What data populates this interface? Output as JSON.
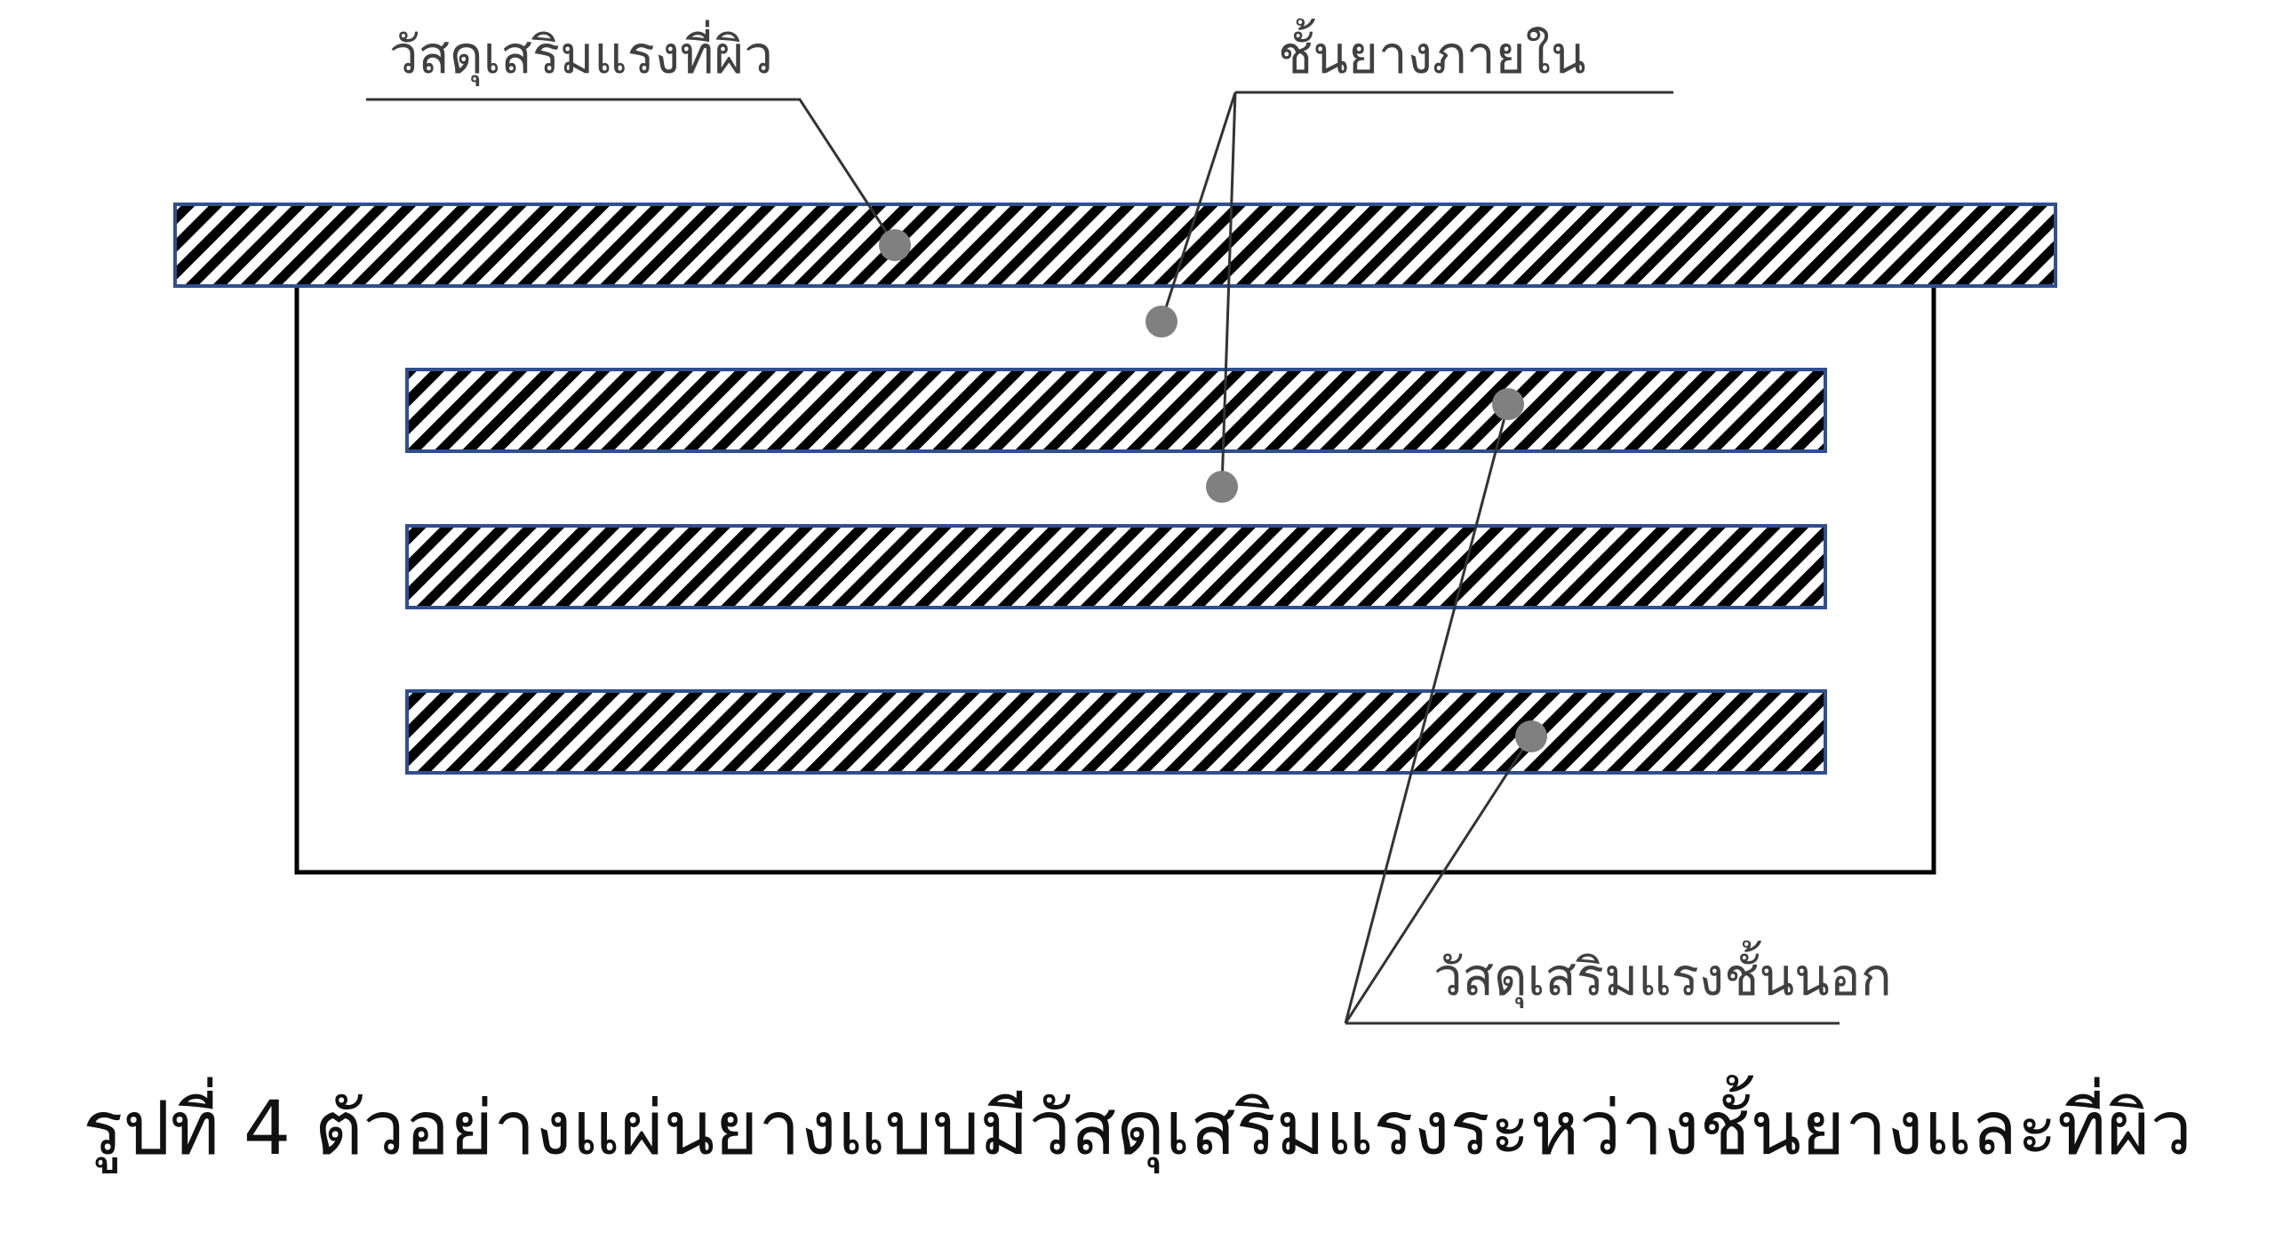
{
  "diagram": {
    "labels": {
      "surface_reinforcement": "วัสดุเสริมแรงที่ผิว",
      "inner_rubber_layer": "ชั้นยางภายใน",
      "outer_reinforcement": "วัสดุเสริมแรงชั้นนอก"
    },
    "colors": {
      "hatch_stroke": "#000000",
      "plate_border": "#2f4f8f",
      "outline": "#000000",
      "marker_dot": "#808080",
      "leader_line": "#333333",
      "label_text": "#404040"
    }
  },
  "caption": "รูปที่ 4 ตัวอย่างแผ่นยางแบบมีวัสดุเสริมแรงระหว่างชั้นยางและที่ผิว"
}
